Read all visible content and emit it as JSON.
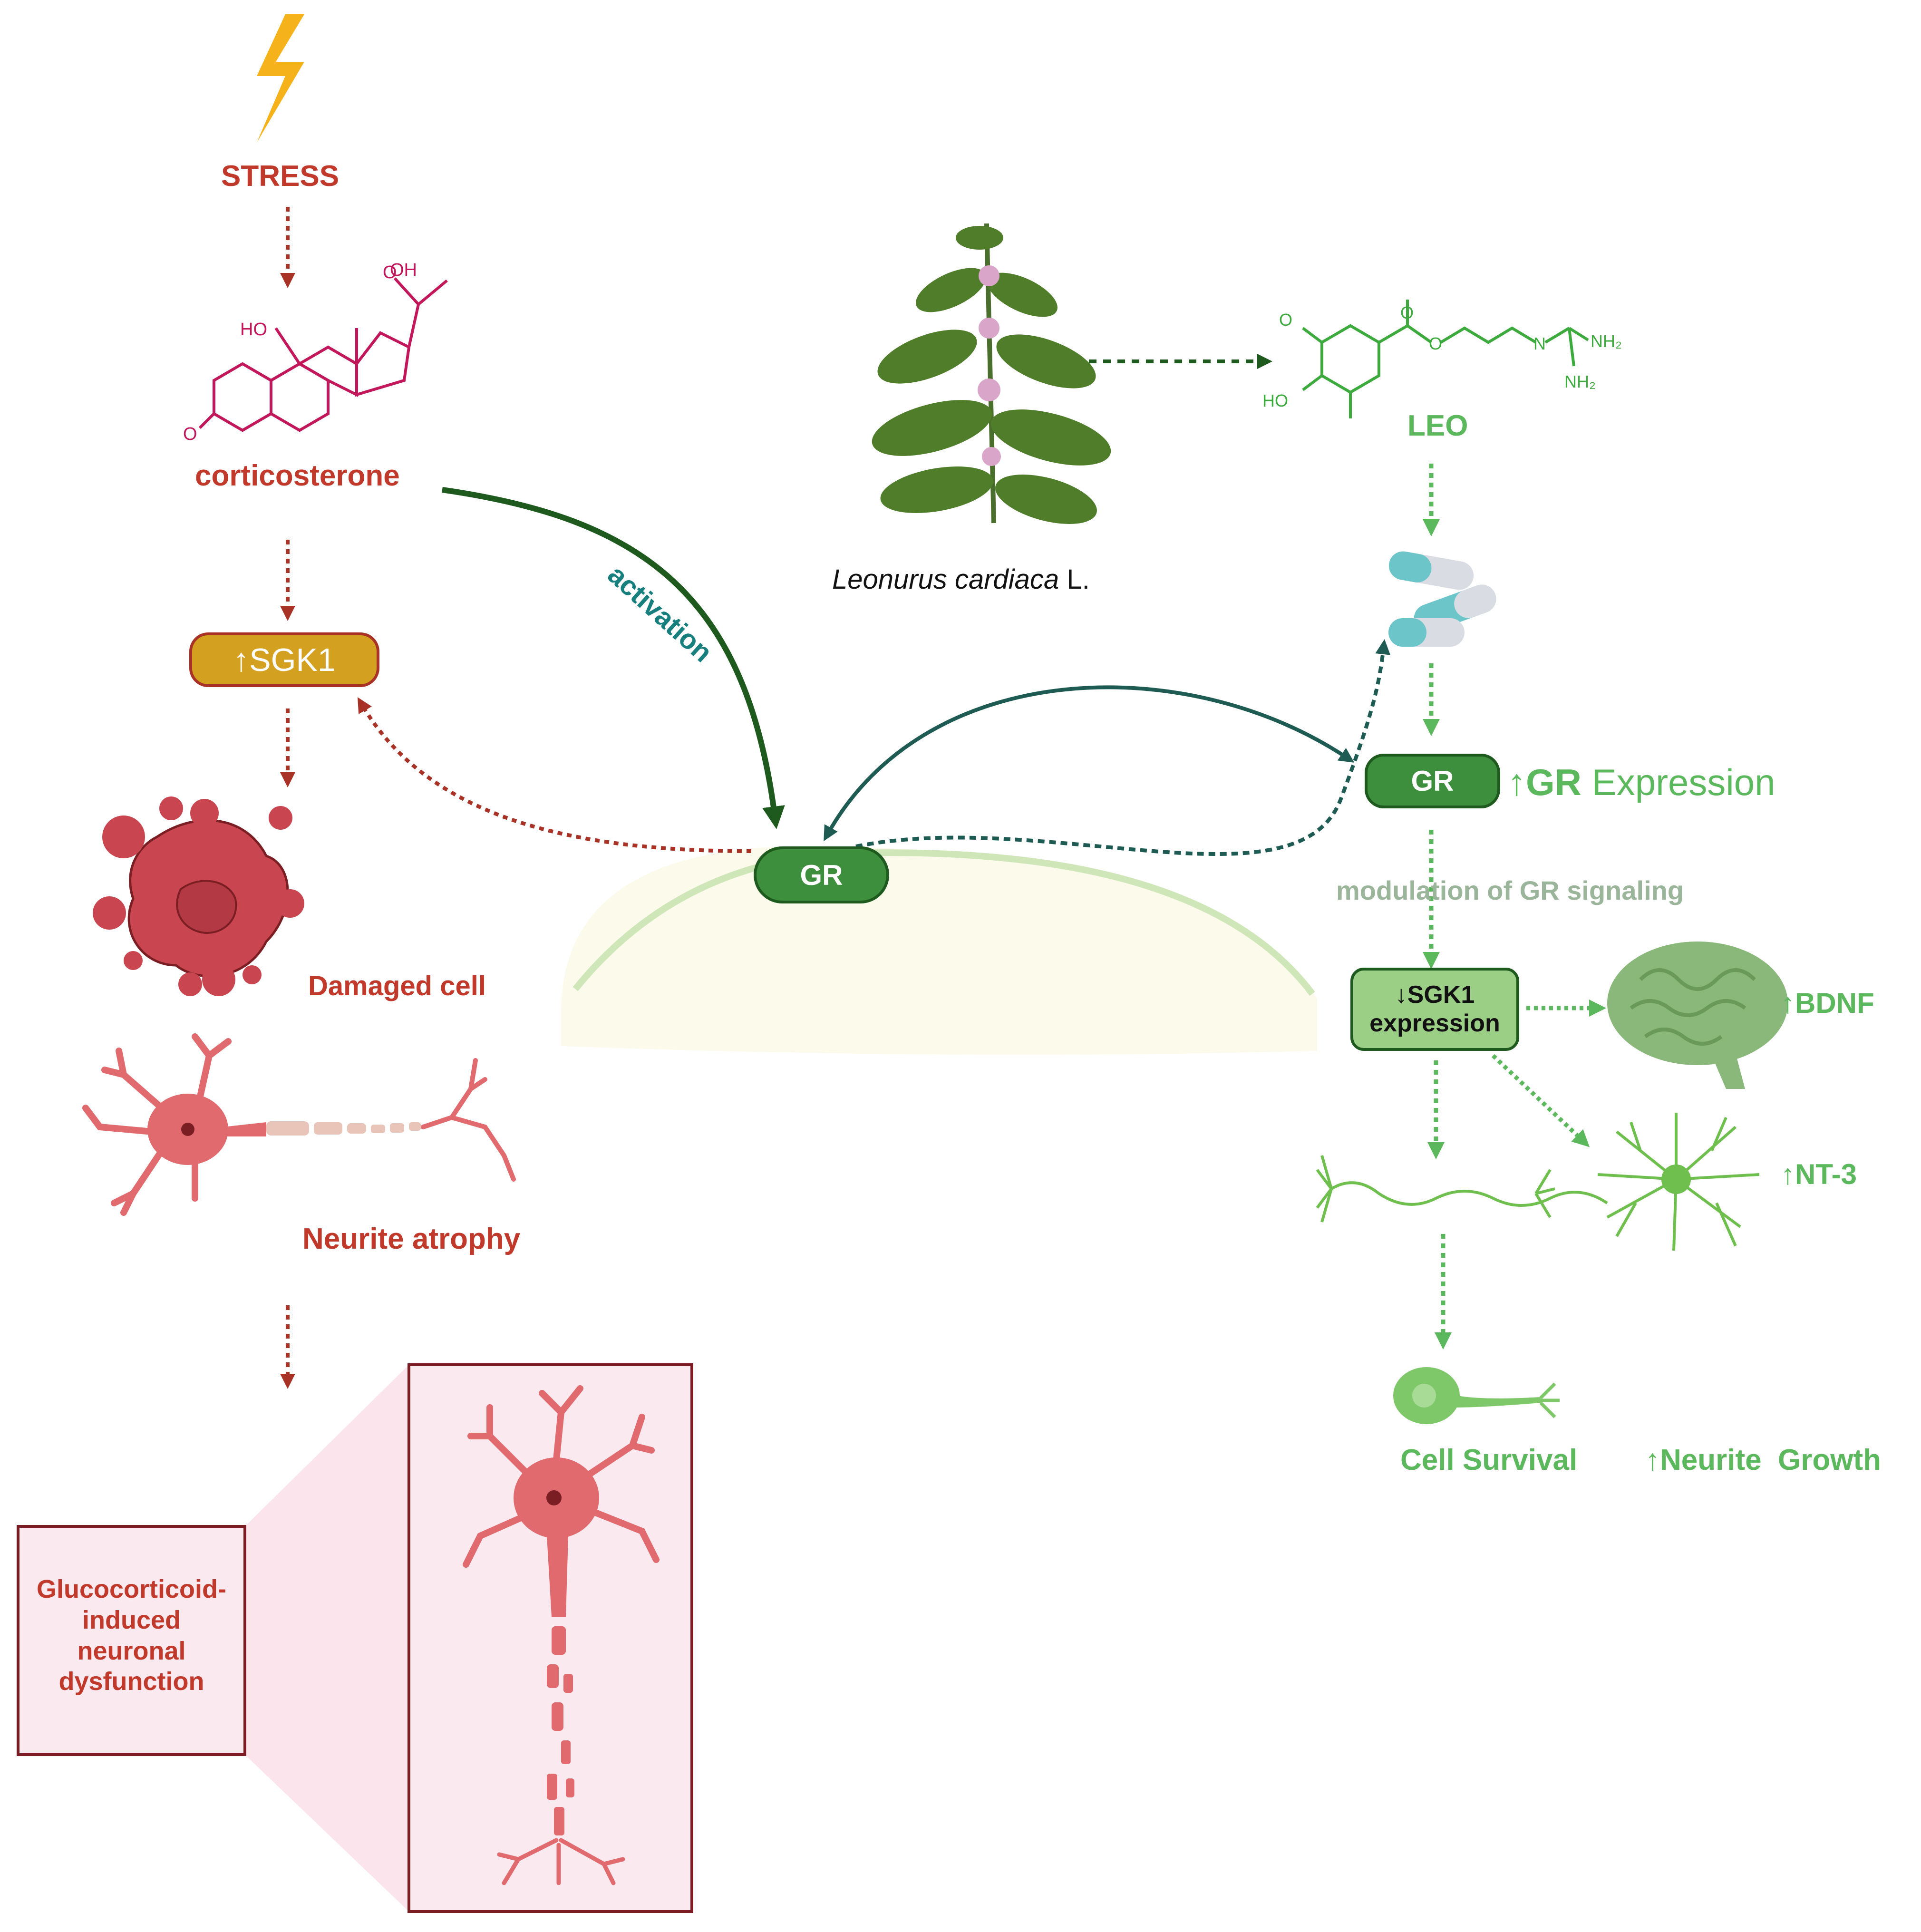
{
  "colors": {
    "stress_red": "#c0392b",
    "arrow_red": "#a93226",
    "dark_green": "#1e5a1e",
    "gr_green": "#3d8f3d",
    "light_green": "#5cb85c",
    "teal": "#17807e",
    "gold": "#d4a020",
    "membrane": "#cfe6b8"
  },
  "stress": {
    "label": "STRESS",
    "icon": "lightning-bolt-icon"
  },
  "corticosterone": {
    "label": "corticosterone",
    "icon": "steroid-structure-icon"
  },
  "sgk1_up": {
    "label": "↑SGK1"
  },
  "damaged_cell": {
    "label": "Damaged cell"
  },
  "neurite_atrophy": {
    "label": "Neurite atrophy"
  },
  "gc_dysfunction": {
    "label": "Glucocorticoid-\ninduced\nneuronal\ndysfunction"
  },
  "activation": {
    "label": "activation"
  },
  "gr_center": {
    "label": "GR"
  },
  "plant": {
    "genus_species": "Leonurus cardiaca",
    "author": " L.",
    "icon": "leonurus-plant-icon"
  },
  "leo": {
    "label": "LEO",
    "icon": "leo-structure-icon"
  },
  "capsules": {
    "icon": "capsule-icon"
  },
  "gr_right": {
    "label": "GR"
  },
  "gr_expression": {
    "arrow": "↑",
    "bold": "GR",
    "rest": " Expression"
  },
  "modulation": {
    "label": "modulation of GR signaling"
  },
  "sgk1_down": {
    "line1": "↓SGK1",
    "line2": "expression"
  },
  "bdnf": {
    "label": "↑BDNF",
    "icon": "brain-icon"
  },
  "nt3": {
    "label": "↑NT-3",
    "icon": "neuron-icon"
  },
  "cell_survival": {
    "label": "Cell Survival"
  },
  "neurite_growth": {
    "label": "↑Neurite  Growth"
  }
}
